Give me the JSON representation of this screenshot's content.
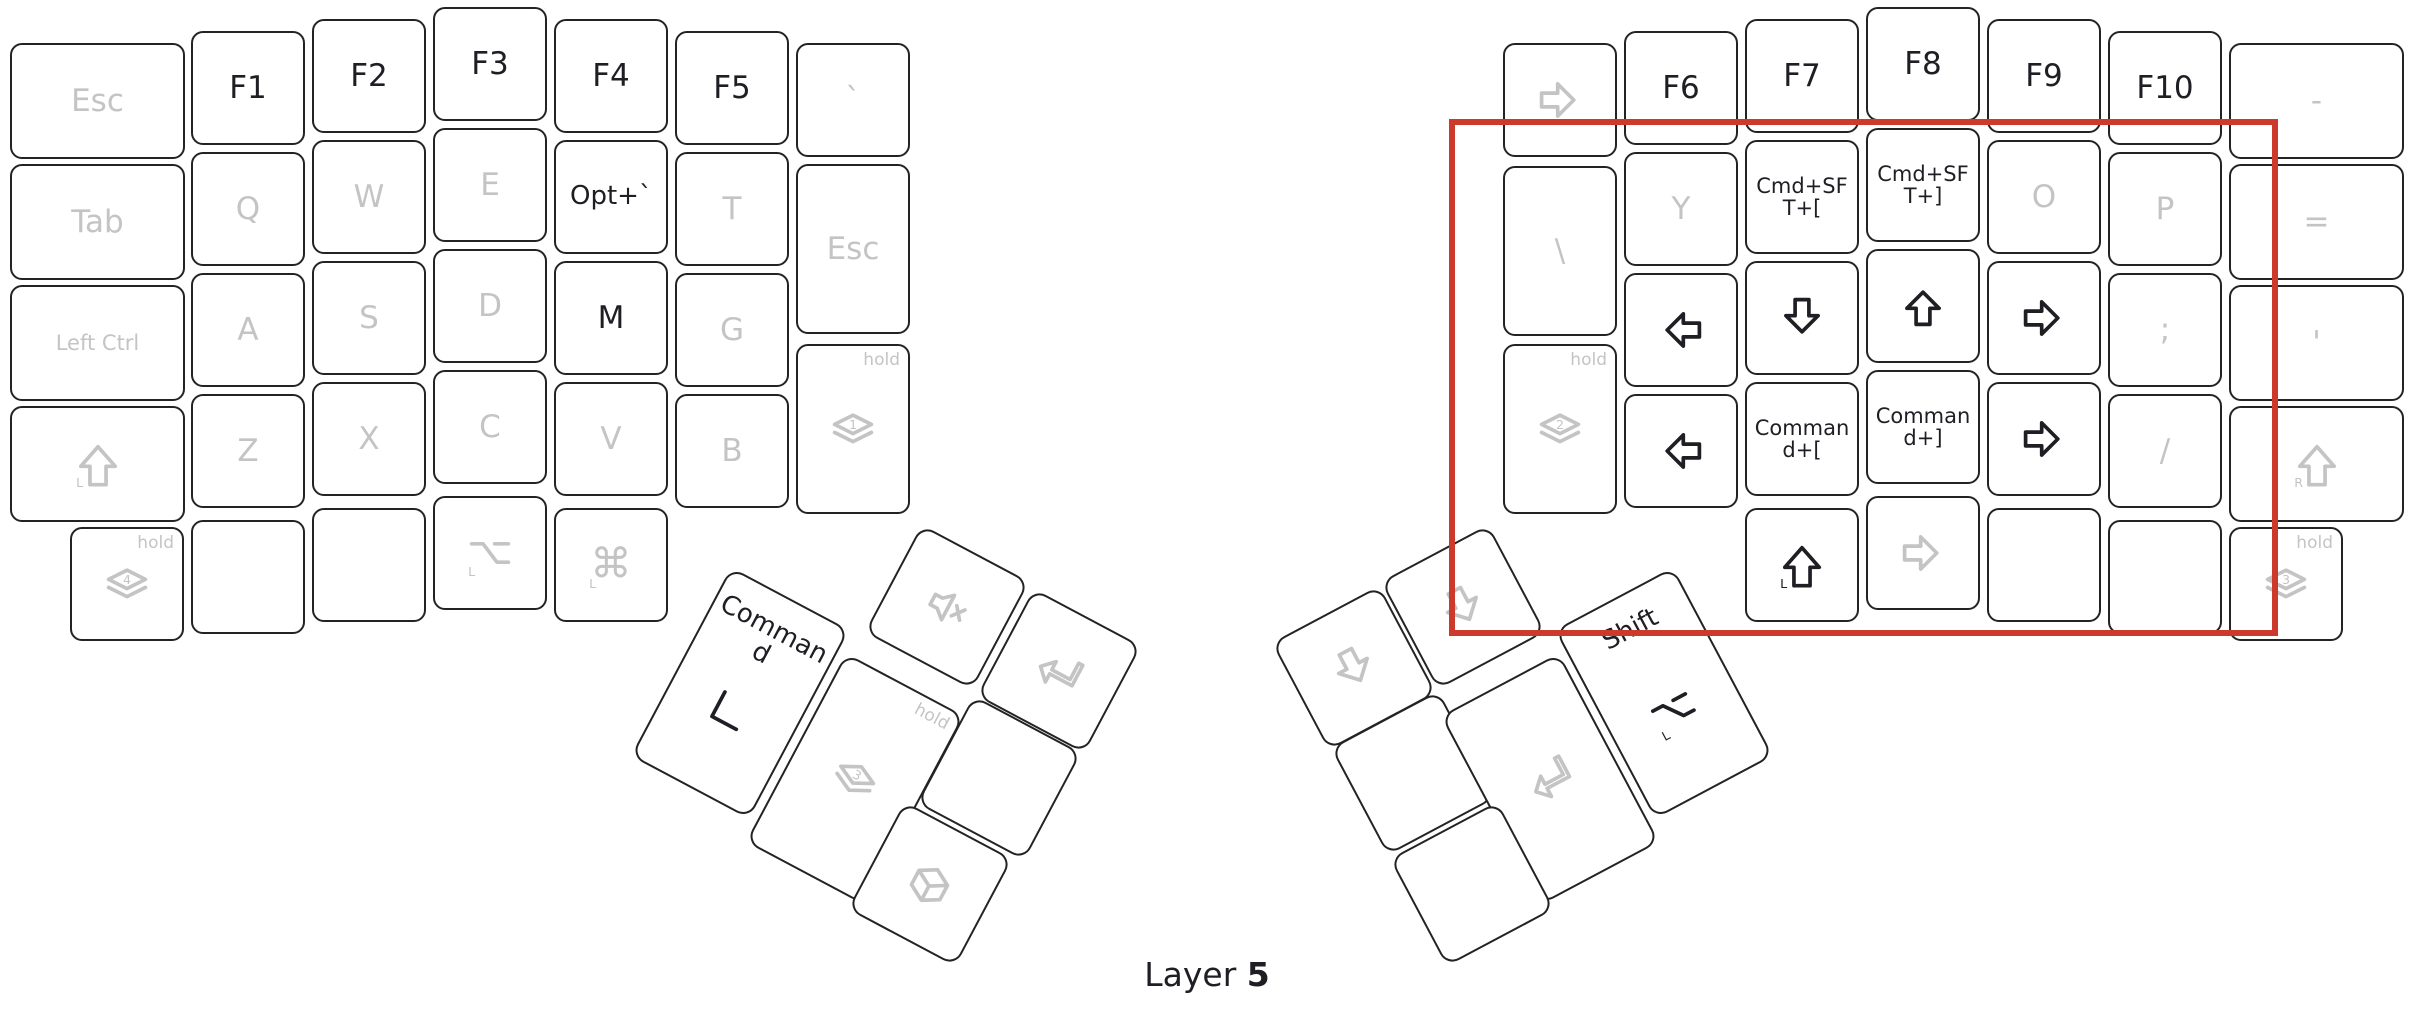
{
  "title": {
    "prefix": "Layer",
    "number": "5"
  },
  "hold_text": "hold",
  "colors": {
    "key_border": "#232323",
    "active_text": "#1e1e24",
    "transparent_text": "#c4c4c4",
    "highlight": "#cc3a2b"
  },
  "left_main": [
    [
      {
        "t": "Esc"
      },
      {
        "t": "F1",
        "a": true
      },
      {
        "t": "F2",
        "a": true
      },
      {
        "t": "F3",
        "a": true
      },
      {
        "t": "F4",
        "a": true
      },
      {
        "t": "F5",
        "a": true
      },
      {
        "t": "`"
      }
    ],
    [
      {
        "t": "Tab"
      },
      {
        "t": "Q"
      },
      {
        "t": "W"
      },
      {
        "t": "E"
      },
      {
        "t": "Opt+`",
        "a": true
      },
      {
        "t": "T"
      },
      {
        "t": "Esc"
      }
    ],
    [
      {
        "t": "Left Ctrl"
      },
      {
        "t": "A"
      },
      {
        "t": "S"
      },
      {
        "t": "D"
      },
      {
        "t": "M",
        "a": true
      },
      {
        "t": "G"
      },
      {
        "icon": "layer-icon",
        "sub": "1",
        "hold": true
      }
    ],
    [
      {
        "icon": "shift-icon",
        "sub": "L"
      },
      {
        "t": "Z"
      },
      {
        "t": "X"
      },
      {
        "t": "C"
      },
      {
        "t": "V"
      },
      {
        "t": "B"
      }
    ],
    [
      {
        "icon": "layer-icon",
        "sub": "4",
        "hold": true
      },
      {
        "t": ""
      },
      {
        "t": ""
      },
      {
        "icon": "option-icon",
        "sub": "L"
      },
      {
        "icon": "command-icon",
        "sub": "L"
      }
    ]
  ],
  "right_main": [
    [
      {
        "icon": "arrow-right-icon"
      },
      {
        "t": "F6",
        "a": true
      },
      {
        "t": "F7",
        "a": true
      },
      {
        "t": "F8",
        "a": true
      },
      {
        "t": "F9",
        "a": true
      },
      {
        "t": "F10",
        "a": true
      },
      {
        "t": "-"
      }
    ],
    [
      {
        "t": "\\"
      },
      {
        "t": "Y"
      },
      {
        "t": "Cmd+SF\nT+[",
        "a": true
      },
      {
        "t": "Cmd+SF\nT+]",
        "a": true
      },
      {
        "t": "O"
      },
      {
        "t": "P"
      },
      {
        "t": "="
      }
    ],
    [
      {
        "icon": "layer-icon",
        "sub": "2",
        "hold": true
      },
      {
        "icon": "arrow-left-icon",
        "a": true
      },
      {
        "icon": "arrow-down-icon",
        "a": true
      },
      {
        "icon": "arrow-up-icon",
        "a": true
      },
      {
        "icon": "arrow-right-icon",
        "a": true
      },
      {
        "t": ";"
      },
      {
        "t": "'"
      }
    ],
    [
      {
        "icon": "arrow-left-icon",
        "a": true
      },
      {
        "t": "Comman\nd+[",
        "a": true
      },
      {
        "t": "Comman\nd+]",
        "a": true
      },
      {
        "icon": "arrow-right-icon",
        "a": true
      },
      {
        "t": "/"
      },
      {
        "icon": "shift-icon",
        "sub": "R"
      }
    ],
    [
      {
        "icon": "shift-icon",
        "sub": "L",
        "a": true
      },
      {
        "icon": "arrow-right-icon"
      },
      {
        "t": ""
      },
      {
        "t": ""
      },
      {
        "icon": "layer-icon",
        "sub": "3",
        "hold": true
      }
    ]
  ],
  "left_thumb": [
    {
      "t": "Comman\nd",
      "icon": "bracket-icon",
      "a": true
    },
    {
      "icon": "mute-icon"
    },
    {
      "icon": "enter-icon"
    },
    {
      "icon": "layer-icon",
      "sub": "3",
      "hold": true
    },
    {
      "t": ""
    },
    {
      "icon": "cube-icon"
    }
  ],
  "right_thumb": [
    {
      "icon": "arrow-down-icon"
    },
    {
      "icon": "arrow-down-icon"
    },
    {
      "t": ""
    },
    {
      "icon": "enter-icon"
    },
    {
      "t": "Shift",
      "icon": "option-icon",
      "sub": "L",
      "a": true
    },
    {
      "t": ""
    }
  ]
}
